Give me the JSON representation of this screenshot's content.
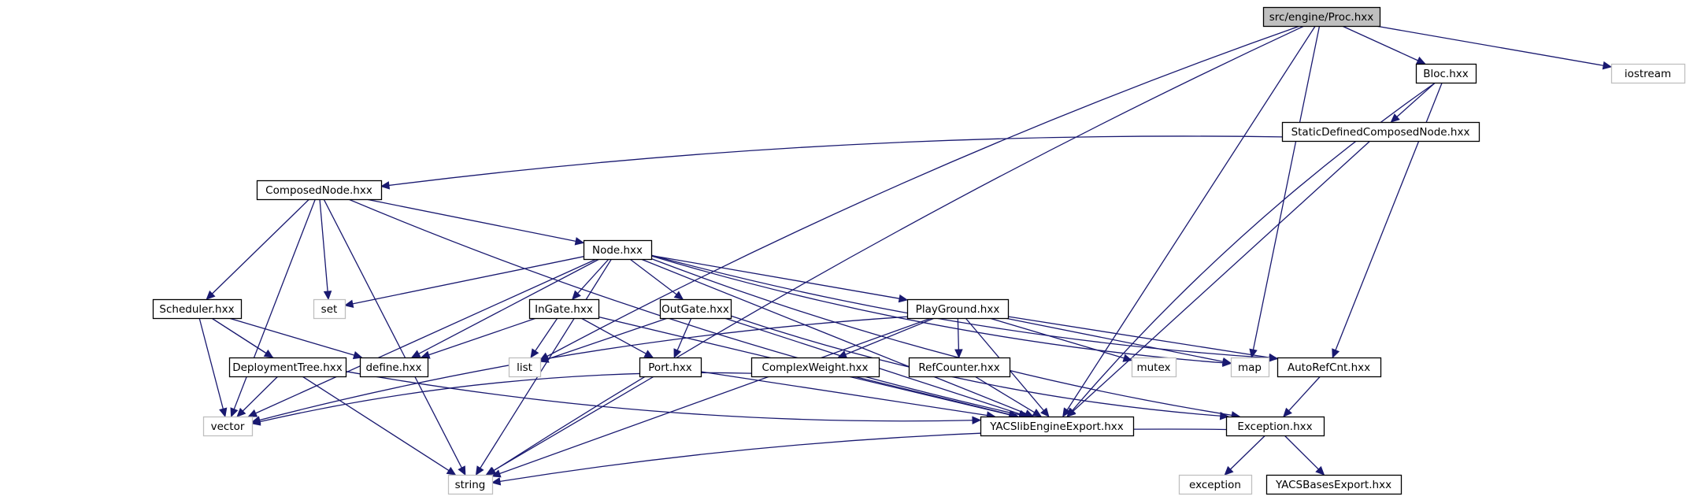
{
  "diagram": {
    "type": "include-dependency-graph",
    "colors": {
      "edge": "#191970",
      "root_fill": "#bfbfbf",
      "project_border": "#000000",
      "system_border": "#bfbfbf"
    },
    "nodes": [
      {
        "id": "proc",
        "label": "src/engine/Proc.hxx",
        "kind": "root"
      },
      {
        "id": "bloc",
        "label": "Bloc.hxx",
        "kind": "project"
      },
      {
        "id": "iostream",
        "label": "iostream",
        "kind": "system"
      },
      {
        "id": "sdcn",
        "label": "StaticDefinedComposedNode.hxx",
        "kind": "project"
      },
      {
        "id": "composed",
        "label": "ComposedNode.hxx",
        "kind": "project"
      },
      {
        "id": "node",
        "label": "Node.hxx",
        "kind": "project"
      },
      {
        "id": "set",
        "label": "set",
        "kind": "system"
      },
      {
        "id": "scheduler",
        "label": "Scheduler.hxx",
        "kind": "project"
      },
      {
        "id": "ingate",
        "label": "InGate.hxx",
        "kind": "project"
      },
      {
        "id": "outgate",
        "label": "OutGate.hxx",
        "kind": "project"
      },
      {
        "id": "playground",
        "label": "PlayGround.hxx",
        "kind": "project"
      },
      {
        "id": "deploy",
        "label": "DeploymentTree.hxx",
        "kind": "project"
      },
      {
        "id": "define",
        "label": "define.hxx",
        "kind": "project"
      },
      {
        "id": "list",
        "label": "list",
        "kind": "system"
      },
      {
        "id": "port",
        "label": "Port.hxx",
        "kind": "project"
      },
      {
        "id": "complex",
        "label": "ComplexWeight.hxx",
        "kind": "project"
      },
      {
        "id": "refcounter",
        "label": "RefCounter.hxx",
        "kind": "project"
      },
      {
        "id": "mutex",
        "label": "mutex",
        "kind": "system"
      },
      {
        "id": "map",
        "label": "map",
        "kind": "system"
      },
      {
        "id": "autorefcnt",
        "label": "AutoRefCnt.hxx",
        "kind": "project"
      },
      {
        "id": "vector",
        "label": "vector",
        "kind": "system"
      },
      {
        "id": "yacsengine",
        "label": "YACSlibEngineExport.hxx",
        "kind": "project"
      },
      {
        "id": "exception_h",
        "label": "Exception.hxx",
        "kind": "project"
      },
      {
        "id": "string",
        "label": "string",
        "kind": "system"
      },
      {
        "id": "exception",
        "label": "exception",
        "kind": "system"
      },
      {
        "id": "yacsbases",
        "label": "YACSBasesExport.hxx",
        "kind": "project"
      }
    ],
    "edges": [
      [
        "proc",
        "bloc"
      ],
      [
        "proc",
        "iostream"
      ],
      [
        "proc",
        "map"
      ],
      [
        "proc",
        "yacsengine"
      ],
      [
        "proc",
        "list"
      ],
      [
        "proc",
        "string"
      ],
      [
        "bloc",
        "sdcn"
      ],
      [
        "bloc",
        "autorefcnt"
      ],
      [
        "bloc",
        "yacsengine"
      ],
      [
        "sdcn",
        "composed"
      ],
      [
        "sdcn",
        "yacsengine"
      ],
      [
        "composed",
        "node"
      ],
      [
        "composed",
        "set"
      ],
      [
        "composed",
        "scheduler"
      ],
      [
        "composed",
        "vector"
      ],
      [
        "composed",
        "string"
      ],
      [
        "composed",
        "yacsengine"
      ],
      [
        "node",
        "set"
      ],
      [
        "node",
        "define"
      ],
      [
        "node",
        "ingate"
      ],
      [
        "node",
        "outgate"
      ],
      [
        "node",
        "playground"
      ],
      [
        "node",
        "string"
      ],
      [
        "node",
        "vector"
      ],
      [
        "node",
        "map"
      ],
      [
        "node",
        "autorefcnt"
      ],
      [
        "node",
        "yacsengine"
      ],
      [
        "node",
        "exception_h"
      ],
      [
        "scheduler",
        "deploy"
      ],
      [
        "scheduler",
        "define"
      ],
      [
        "scheduler",
        "vector"
      ],
      [
        "scheduler",
        "string"
      ],
      [
        "ingate",
        "define"
      ],
      [
        "ingate",
        "list"
      ],
      [
        "ingate",
        "port"
      ],
      [
        "ingate",
        "yacsengine"
      ],
      [
        "outgate",
        "list"
      ],
      [
        "outgate",
        "port"
      ],
      [
        "outgate",
        "yacsengine"
      ],
      [
        "outgate",
        "exception_h"
      ],
      [
        "playground",
        "complex"
      ],
      [
        "playground",
        "refcounter"
      ],
      [
        "playground",
        "mutex"
      ],
      [
        "playground",
        "map"
      ],
      [
        "playground",
        "autorefcnt"
      ],
      [
        "playground",
        "yacsengine"
      ],
      [
        "playground",
        "vector"
      ],
      [
        "playground",
        "string"
      ],
      [
        "deploy",
        "vector"
      ],
      [
        "deploy",
        "yacsengine"
      ],
      [
        "port",
        "yacsengine"
      ],
      [
        "port",
        "string"
      ],
      [
        "complex",
        "yacsengine"
      ],
      [
        "complex",
        "vector"
      ],
      [
        "refcounter",
        "yacsengine"
      ],
      [
        "autorefcnt",
        "exception_h"
      ],
      [
        "exception_h",
        "string"
      ],
      [
        "exception_h",
        "exception"
      ],
      [
        "exception_h",
        "yacsbases"
      ]
    ]
  }
}
